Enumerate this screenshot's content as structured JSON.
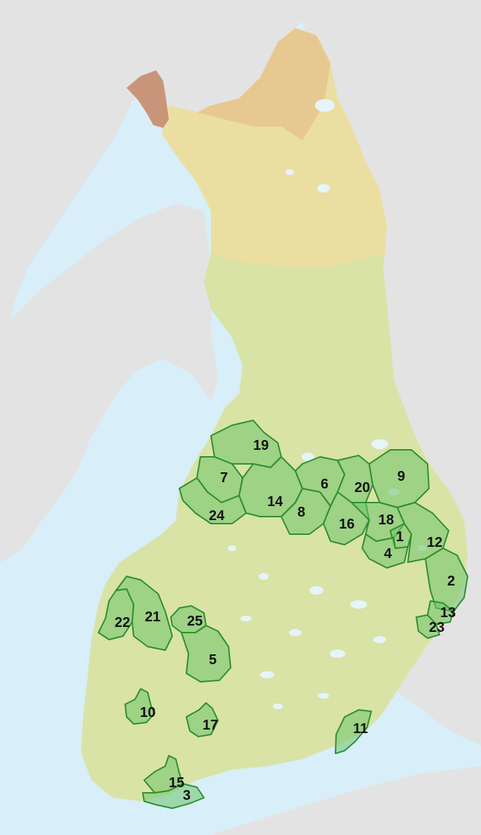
{
  "colors": {
    "sea": "#d8eef8",
    "neighbor_land": "#e3e3e3",
    "finland_south": "#d9e3a6",
    "finland_north": "#eadfa0",
    "highlands": "#e8c891",
    "fell_peak": "#c9957a",
    "region_fill": "#6ec46a",
    "region_stroke": "#2f8f2f",
    "lake": "#e6f4fb"
  },
  "regions": [
    {
      "id": "1",
      "label": "1"
    },
    {
      "id": "2",
      "label": "2"
    },
    {
      "id": "3",
      "label": "3"
    },
    {
      "id": "4",
      "label": "4"
    },
    {
      "id": "5",
      "label": "5"
    },
    {
      "id": "6",
      "label": "6"
    },
    {
      "id": "7",
      "label": "7"
    },
    {
      "id": "8",
      "label": "8"
    },
    {
      "id": "9",
      "label": "9"
    },
    {
      "id": "10",
      "label": "10"
    },
    {
      "id": "11",
      "label": "11"
    },
    {
      "id": "12",
      "label": "12"
    },
    {
      "id": "13",
      "label": "13"
    },
    {
      "id": "14",
      "label": "14"
    },
    {
      "id": "15",
      "label": "15"
    },
    {
      "id": "16",
      "label": "16"
    },
    {
      "id": "17",
      "label": "17"
    },
    {
      "id": "18",
      "label": "18"
    },
    {
      "id": "19",
      "label": "19"
    },
    {
      "id": "20",
      "label": "20"
    },
    {
      "id": "21",
      "label": "21"
    },
    {
      "id": "22",
      "label": "22"
    },
    {
      "id": "23",
      "label": "23"
    },
    {
      "id": "24",
      "label": "24"
    },
    {
      "id": "25",
      "label": "25"
    }
  ]
}
